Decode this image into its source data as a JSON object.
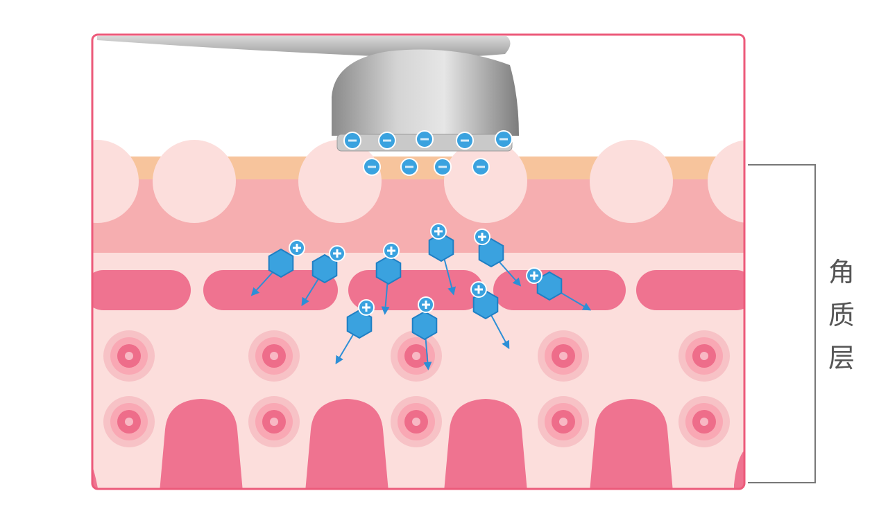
{
  "layer_label": [
    "角",
    "质",
    "层"
  ],
  "colors": {
    "frame": "#ec5a7a",
    "stratum_corneum": "#f7c49c",
    "epidermis_upper": "#f6aeb0",
    "epidermis_lower": "#fcdedc",
    "cell_bar": "#ef7390",
    "papilla": "#ef7390",
    "nucleus_ring": "#f9a8b4",
    "nucleus_core": "#ee6d8a",
    "ion": "#3aa2df",
    "ion_dark": "#1f7fc4",
    "arrow": "#2d8fd6",
    "device": "#bdbdbd",
    "bracket": "#777777"
  },
  "icons": {
    "device": "beauty-device-head",
    "ion": "positive-ion-hexagon",
    "emitter": "ion-emitter-dot"
  }
}
